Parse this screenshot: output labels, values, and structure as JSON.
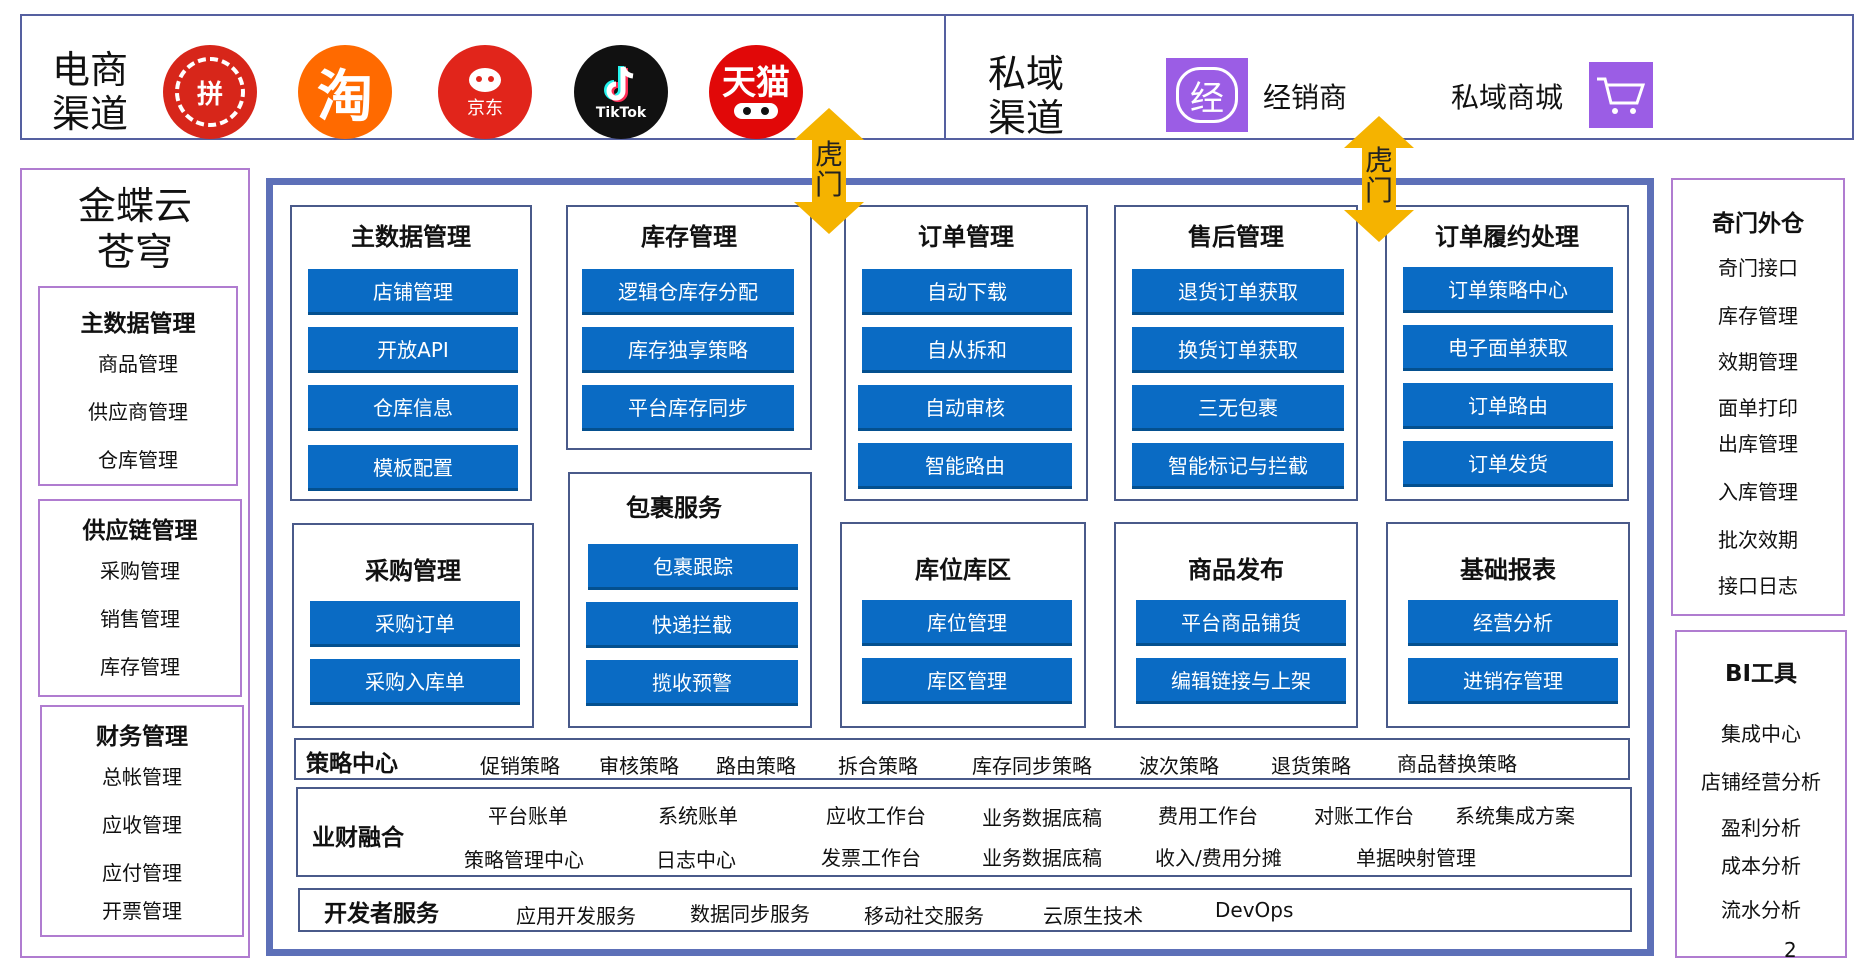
{
  "channels": {
    "ecommerce_title_1": "电商",
    "ecommerce_title_2": "渠道",
    "logos": {
      "pdd": "拼",
      "taobao": "淘",
      "jd": "京东",
      "tiktok": "TikTok",
      "tmall": "天猫"
    },
    "private_title_1": "私域",
    "private_title_2": "渠道",
    "distributor_icon": "经",
    "distributor_label": "经销商",
    "mall_label": "私域商城"
  },
  "gateway": {
    "char1": "虎",
    "char2": "门"
  },
  "left": {
    "brand_1": "金蝶云",
    "brand_2": "苍穹",
    "groups": [
      {
        "title": "主数据管理",
        "items": [
          "商品管理",
          "供应商管理",
          "仓库管理"
        ]
      },
      {
        "title": "供应链管理",
        "items": [
          "采购管理",
          "销售管理",
          "库存管理"
        ]
      },
      {
        "title": "财务管理",
        "items": [
          "总帐管理",
          "应收管理",
          "应付管理",
          "开票管理"
        ]
      }
    ]
  },
  "modules": {
    "master_data": {
      "title": "主数据管理",
      "items": [
        "店铺管理",
        "开放API",
        "仓库信息",
        "模板配置"
      ]
    },
    "inventory": {
      "title": "库存管理",
      "items": [
        "逻辑仓库存分配",
        "库存独享策略",
        "平台库存同步"
      ]
    },
    "order": {
      "title": "订单管理",
      "items": [
        "自动下载",
        "自从拆和",
        "自动审核",
        "智能路由"
      ]
    },
    "aftersale": {
      "title": "售后管理",
      "items": [
        "退货订单获取",
        "换货订单获取",
        "三无包裹",
        "智能标记与拦截"
      ]
    },
    "fulfillment": {
      "title": "订单履约处理",
      "items": [
        "订单策略中心",
        "电子面单获取",
        "订单路由",
        "订单发货"
      ]
    },
    "purchase": {
      "title": "采购管理",
      "items": [
        "采购订单",
        "采购入库单"
      ]
    },
    "parcel": {
      "title": "包裹服务",
      "items": [
        "包裹跟踪",
        "快递拦截",
        "揽收预警"
      ]
    },
    "location": {
      "title": "库位库区",
      "items": [
        "库位管理",
        "库区管理"
      ]
    },
    "product": {
      "title": "商品发布",
      "items": [
        "平台商品铺货",
        "编辑链接与上架"
      ]
    },
    "report": {
      "title": "基础报表",
      "items": [
        "经营分析",
        "进销存管理"
      ]
    }
  },
  "strategy": {
    "title": "策略中心",
    "items": [
      "促销策略",
      "审核策略",
      "路由策略",
      "拆合策略",
      "库存同步策略",
      "波次策略",
      "退货策略",
      "商品替换策略"
    ]
  },
  "finance": {
    "title": "业财融合",
    "row1": [
      "平台账单",
      "系统账单",
      "应收工作台",
      "业务数据底稿",
      "费用工作台",
      "对账工作台",
      "系统集成方案"
    ],
    "row2": [
      "策略管理中心",
      "日志中心",
      "发票工作台",
      "业务数据底稿",
      "收入/费用分摊",
      "单据映射管理"
    ]
  },
  "developer": {
    "title": "开发者服务",
    "items": [
      "应用开发服务",
      "数据同步服务",
      "移动社交服务",
      "云原生技术",
      "DevOps"
    ]
  },
  "right": {
    "qimen": {
      "title": "奇门外仓",
      "items": [
        "奇门接口",
        "库存管理",
        "效期管理",
        "面单打印",
        "出库管理",
        "入库管理",
        "批次效期",
        "接口日志"
      ]
    },
    "bi": {
      "title": "BI工具",
      "items": [
        "集成中心",
        "店铺经营分析",
        "盈利分析",
        "成本分析",
        "流水分析"
      ]
    }
  },
  "page_number": "2",
  "colors": {
    "button": "#0a6bc4",
    "border_purple": "#b07cd0",
    "border_navy": "#3a4a8c",
    "arrow": "#f5b300"
  }
}
